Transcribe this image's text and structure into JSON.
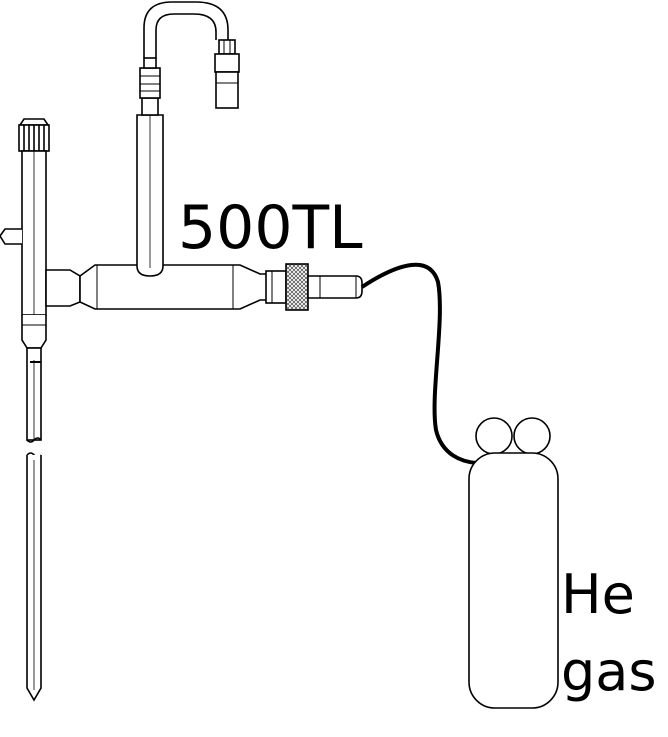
{
  "diagram": {
    "model_label": "500TL",
    "gas_label_line1": "He",
    "gas_label_line2": "gas",
    "colors": {
      "line": "#000000",
      "fill": "#ffffff",
      "knurl": "#444444"
    }
  }
}
